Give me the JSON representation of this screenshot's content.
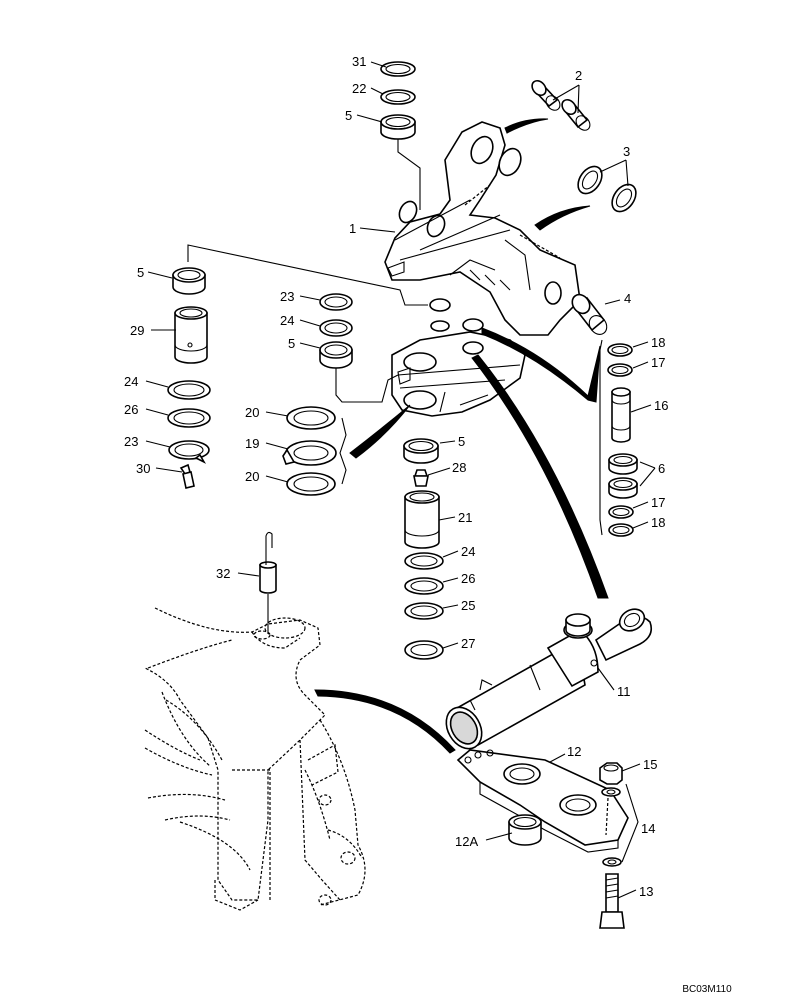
{
  "callouts": [
    {
      "id": "c31",
      "text": "31"
    },
    {
      "id": "c22",
      "text": "22"
    },
    {
      "id": "c5a",
      "text": "5"
    },
    {
      "id": "c2",
      "text": "2"
    },
    {
      "id": "c3",
      "text": "3"
    },
    {
      "id": "c1",
      "text": "1"
    },
    {
      "id": "c5b",
      "text": "5"
    },
    {
      "id": "c4",
      "text": "4"
    },
    {
      "id": "c23a",
      "text": "23"
    },
    {
      "id": "c24a",
      "text": "24"
    },
    {
      "id": "c5c",
      "text": "5"
    },
    {
      "id": "c29",
      "text": "29"
    },
    {
      "id": "c18a",
      "text": "18"
    },
    {
      "id": "c17a",
      "text": "17"
    },
    {
      "id": "c16",
      "text": "16"
    },
    {
      "id": "c24b",
      "text": "24"
    },
    {
      "id": "c26a",
      "text": "26"
    },
    {
      "id": "c23b",
      "text": "23"
    },
    {
      "id": "c30",
      "text": "30"
    },
    {
      "id": "c20a",
      "text": "20"
    },
    {
      "id": "c19",
      "text": "19"
    },
    {
      "id": "c20b",
      "text": "20"
    },
    {
      "id": "c5d",
      "text": "5"
    },
    {
      "id": "c28",
      "text": "28"
    },
    {
      "id": "c6",
      "text": "6"
    },
    {
      "id": "c17b",
      "text": "17"
    },
    {
      "id": "c18b",
      "text": "18"
    },
    {
      "id": "c21",
      "text": "21"
    },
    {
      "id": "c24c",
      "text": "24"
    },
    {
      "id": "c32",
      "text": "32"
    },
    {
      "id": "c26b",
      "text": "26"
    },
    {
      "id": "c25",
      "text": "25"
    },
    {
      "id": "c27",
      "text": "27"
    },
    {
      "id": "c11",
      "text": "11"
    },
    {
      "id": "c12",
      "text": "12"
    },
    {
      "id": "c15",
      "text": "15"
    },
    {
      "id": "c14",
      "text": "14"
    },
    {
      "id": "c12a",
      "text": "12A"
    },
    {
      "id": "c13",
      "text": "13"
    }
  ],
  "reference_code": "BC03M110"
}
